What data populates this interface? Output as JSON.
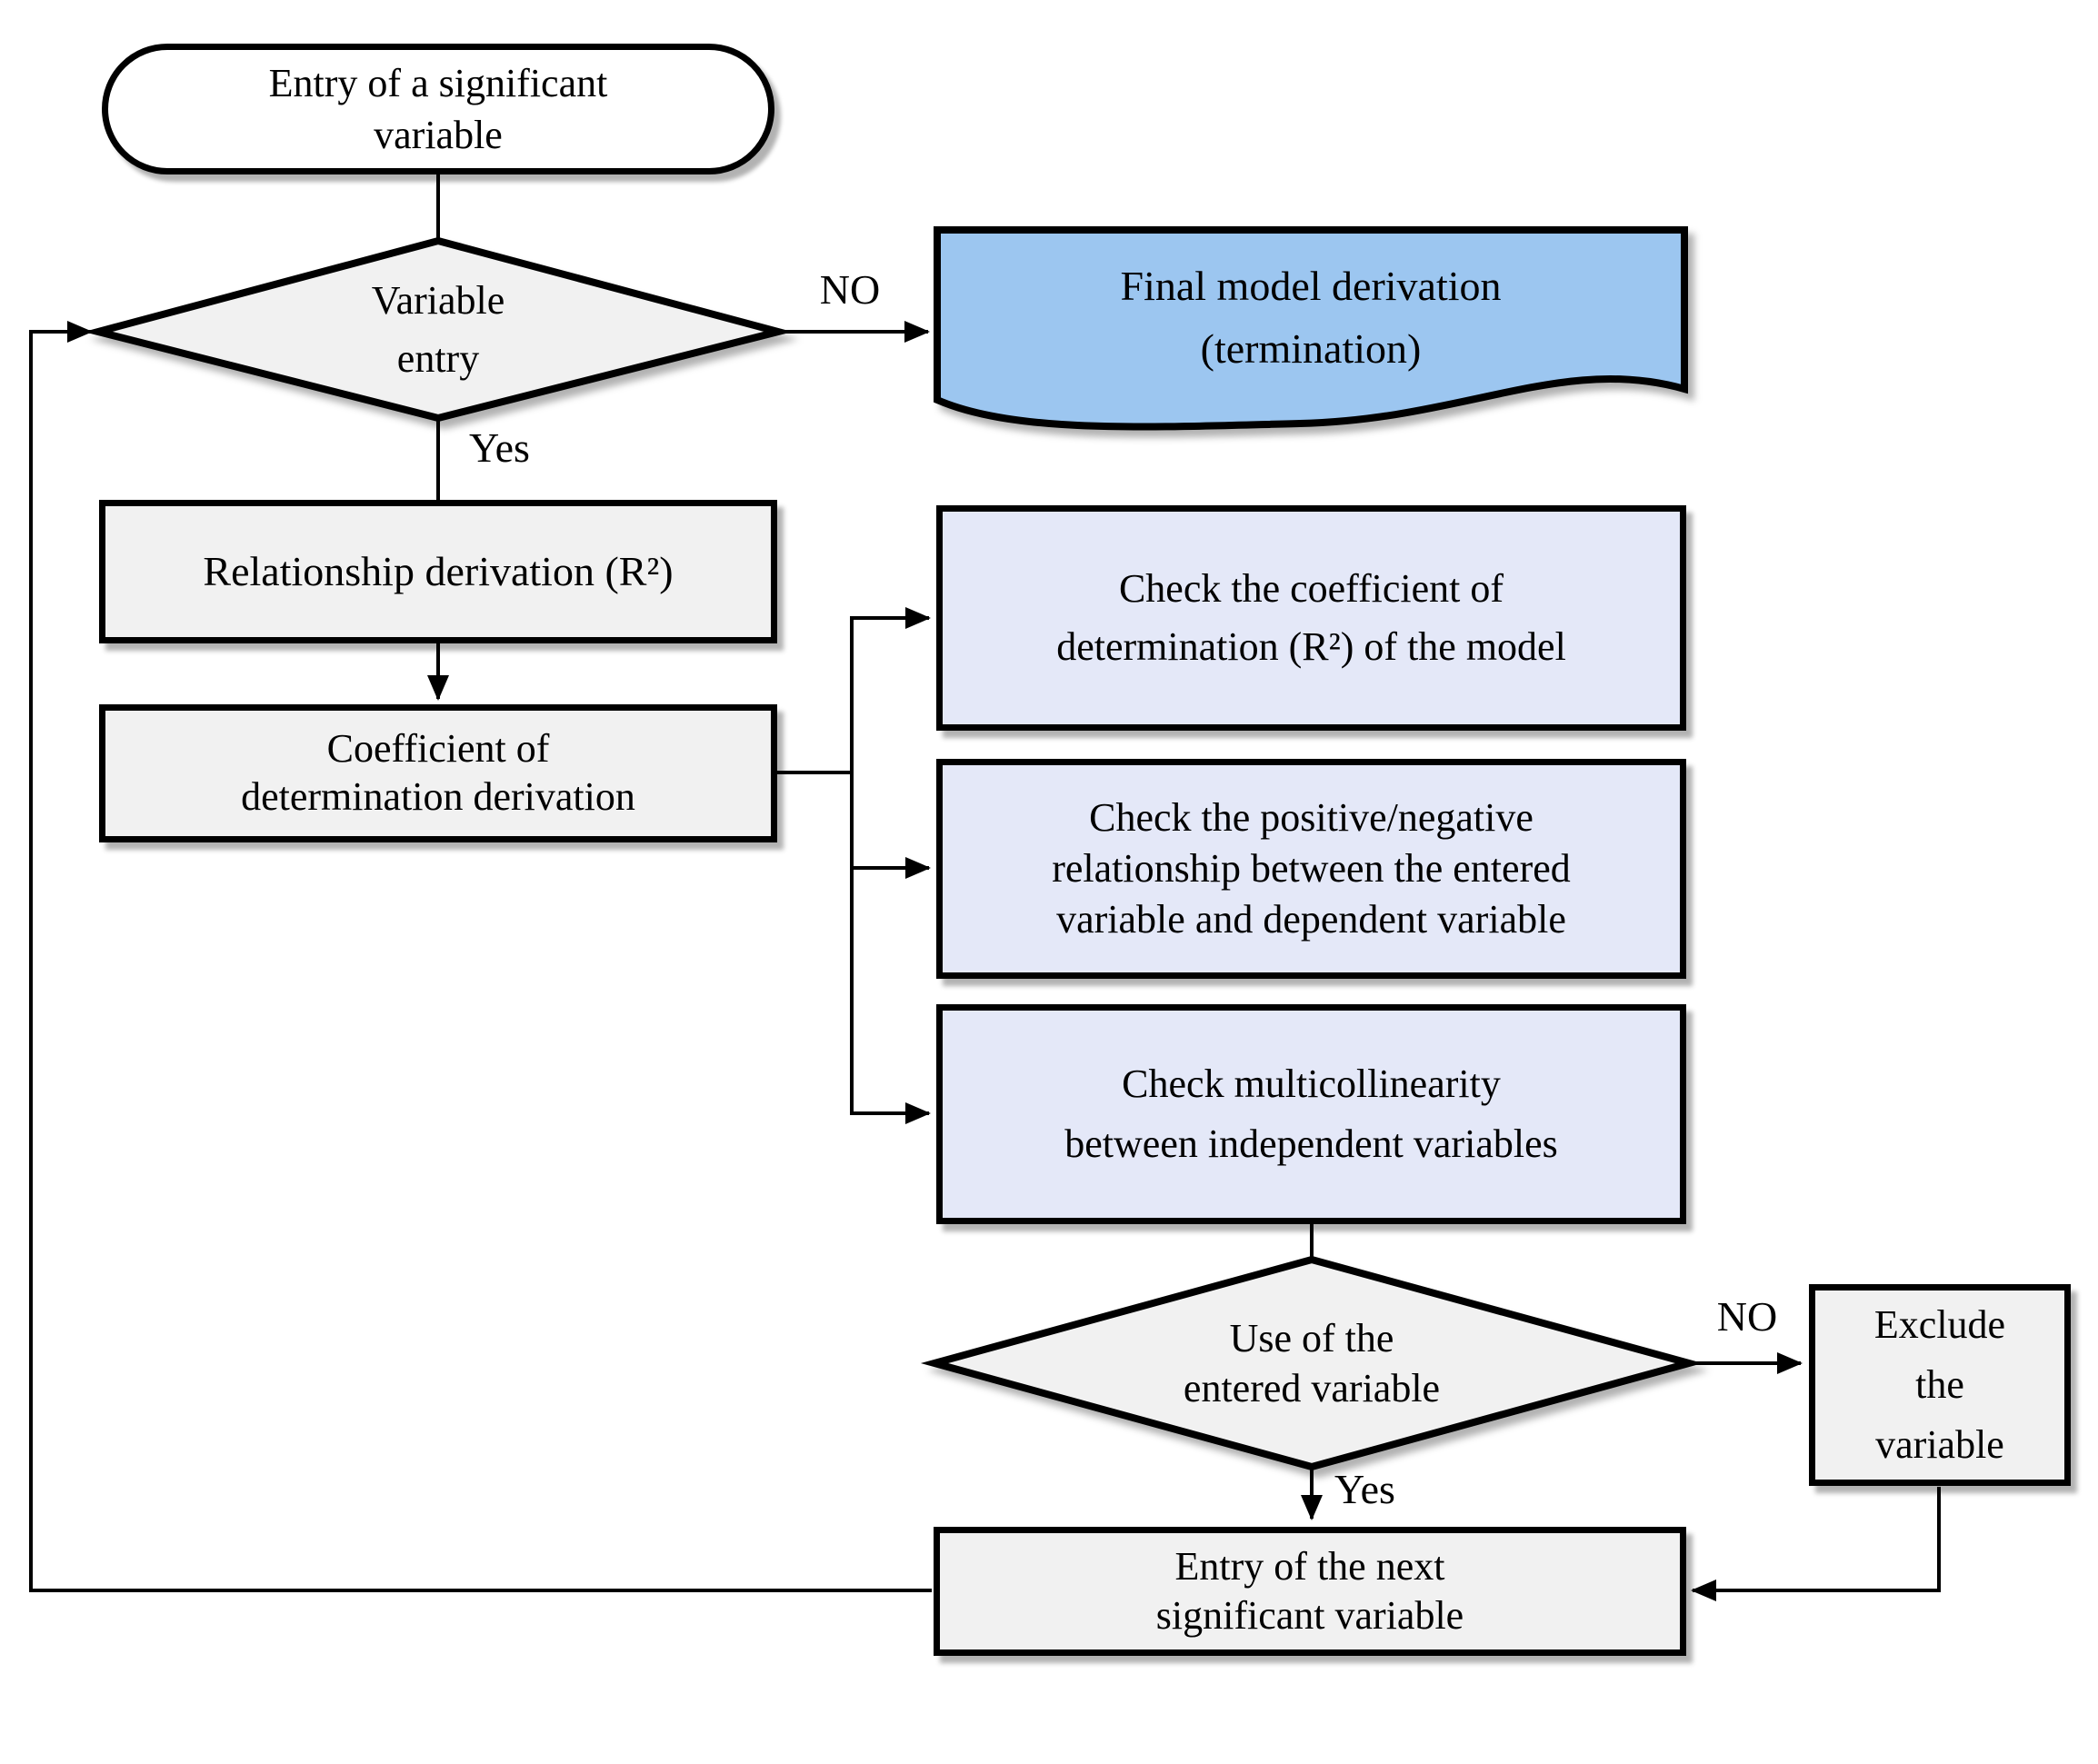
{
  "colors": {
    "process_fill": "#F1F1F1",
    "check_fill": "#E4E8F8",
    "document_fill": "#9CC6F0",
    "terminator_fill": "#FFFFFF",
    "border": "#000000"
  },
  "nodes": {
    "start": {
      "type": "terminator",
      "lines": [
        "Entry of a significant",
        "variable"
      ]
    },
    "variable_entry": {
      "type": "decision",
      "lines": [
        "Variable",
        "entry"
      ]
    },
    "final_model": {
      "type": "document",
      "lines": [
        "Final model derivation",
        "(termination)"
      ]
    },
    "relationship": {
      "type": "process",
      "lines": [
        "Relationship derivation (R²)"
      ]
    },
    "coefficient": {
      "type": "process",
      "lines": [
        "Coefficient of",
        "determination derivation"
      ]
    },
    "check_r2": {
      "type": "check",
      "lines": [
        "Check the coefficient of",
        "determination (R²) of the model"
      ]
    },
    "check_sign": {
      "type": "check",
      "lines": [
        "Check the positive/negative",
        "relationship between the entered",
        "variable and dependent variable"
      ]
    },
    "check_multicollinearity": {
      "type": "check",
      "lines": [
        "Check multicollinearity",
        "between independent variables"
      ]
    },
    "use_variable": {
      "type": "decision",
      "lines": [
        "Use of the",
        "entered variable"
      ]
    },
    "exclude": {
      "type": "process",
      "lines": [
        "Exclude",
        "the",
        "variable"
      ]
    },
    "next_entry": {
      "type": "process",
      "lines": [
        "Entry of the next",
        "significant variable"
      ]
    }
  },
  "labels": {
    "no_top": "NO",
    "yes_top": "Yes",
    "no_bottom": "NO",
    "yes_bottom": "Yes"
  }
}
